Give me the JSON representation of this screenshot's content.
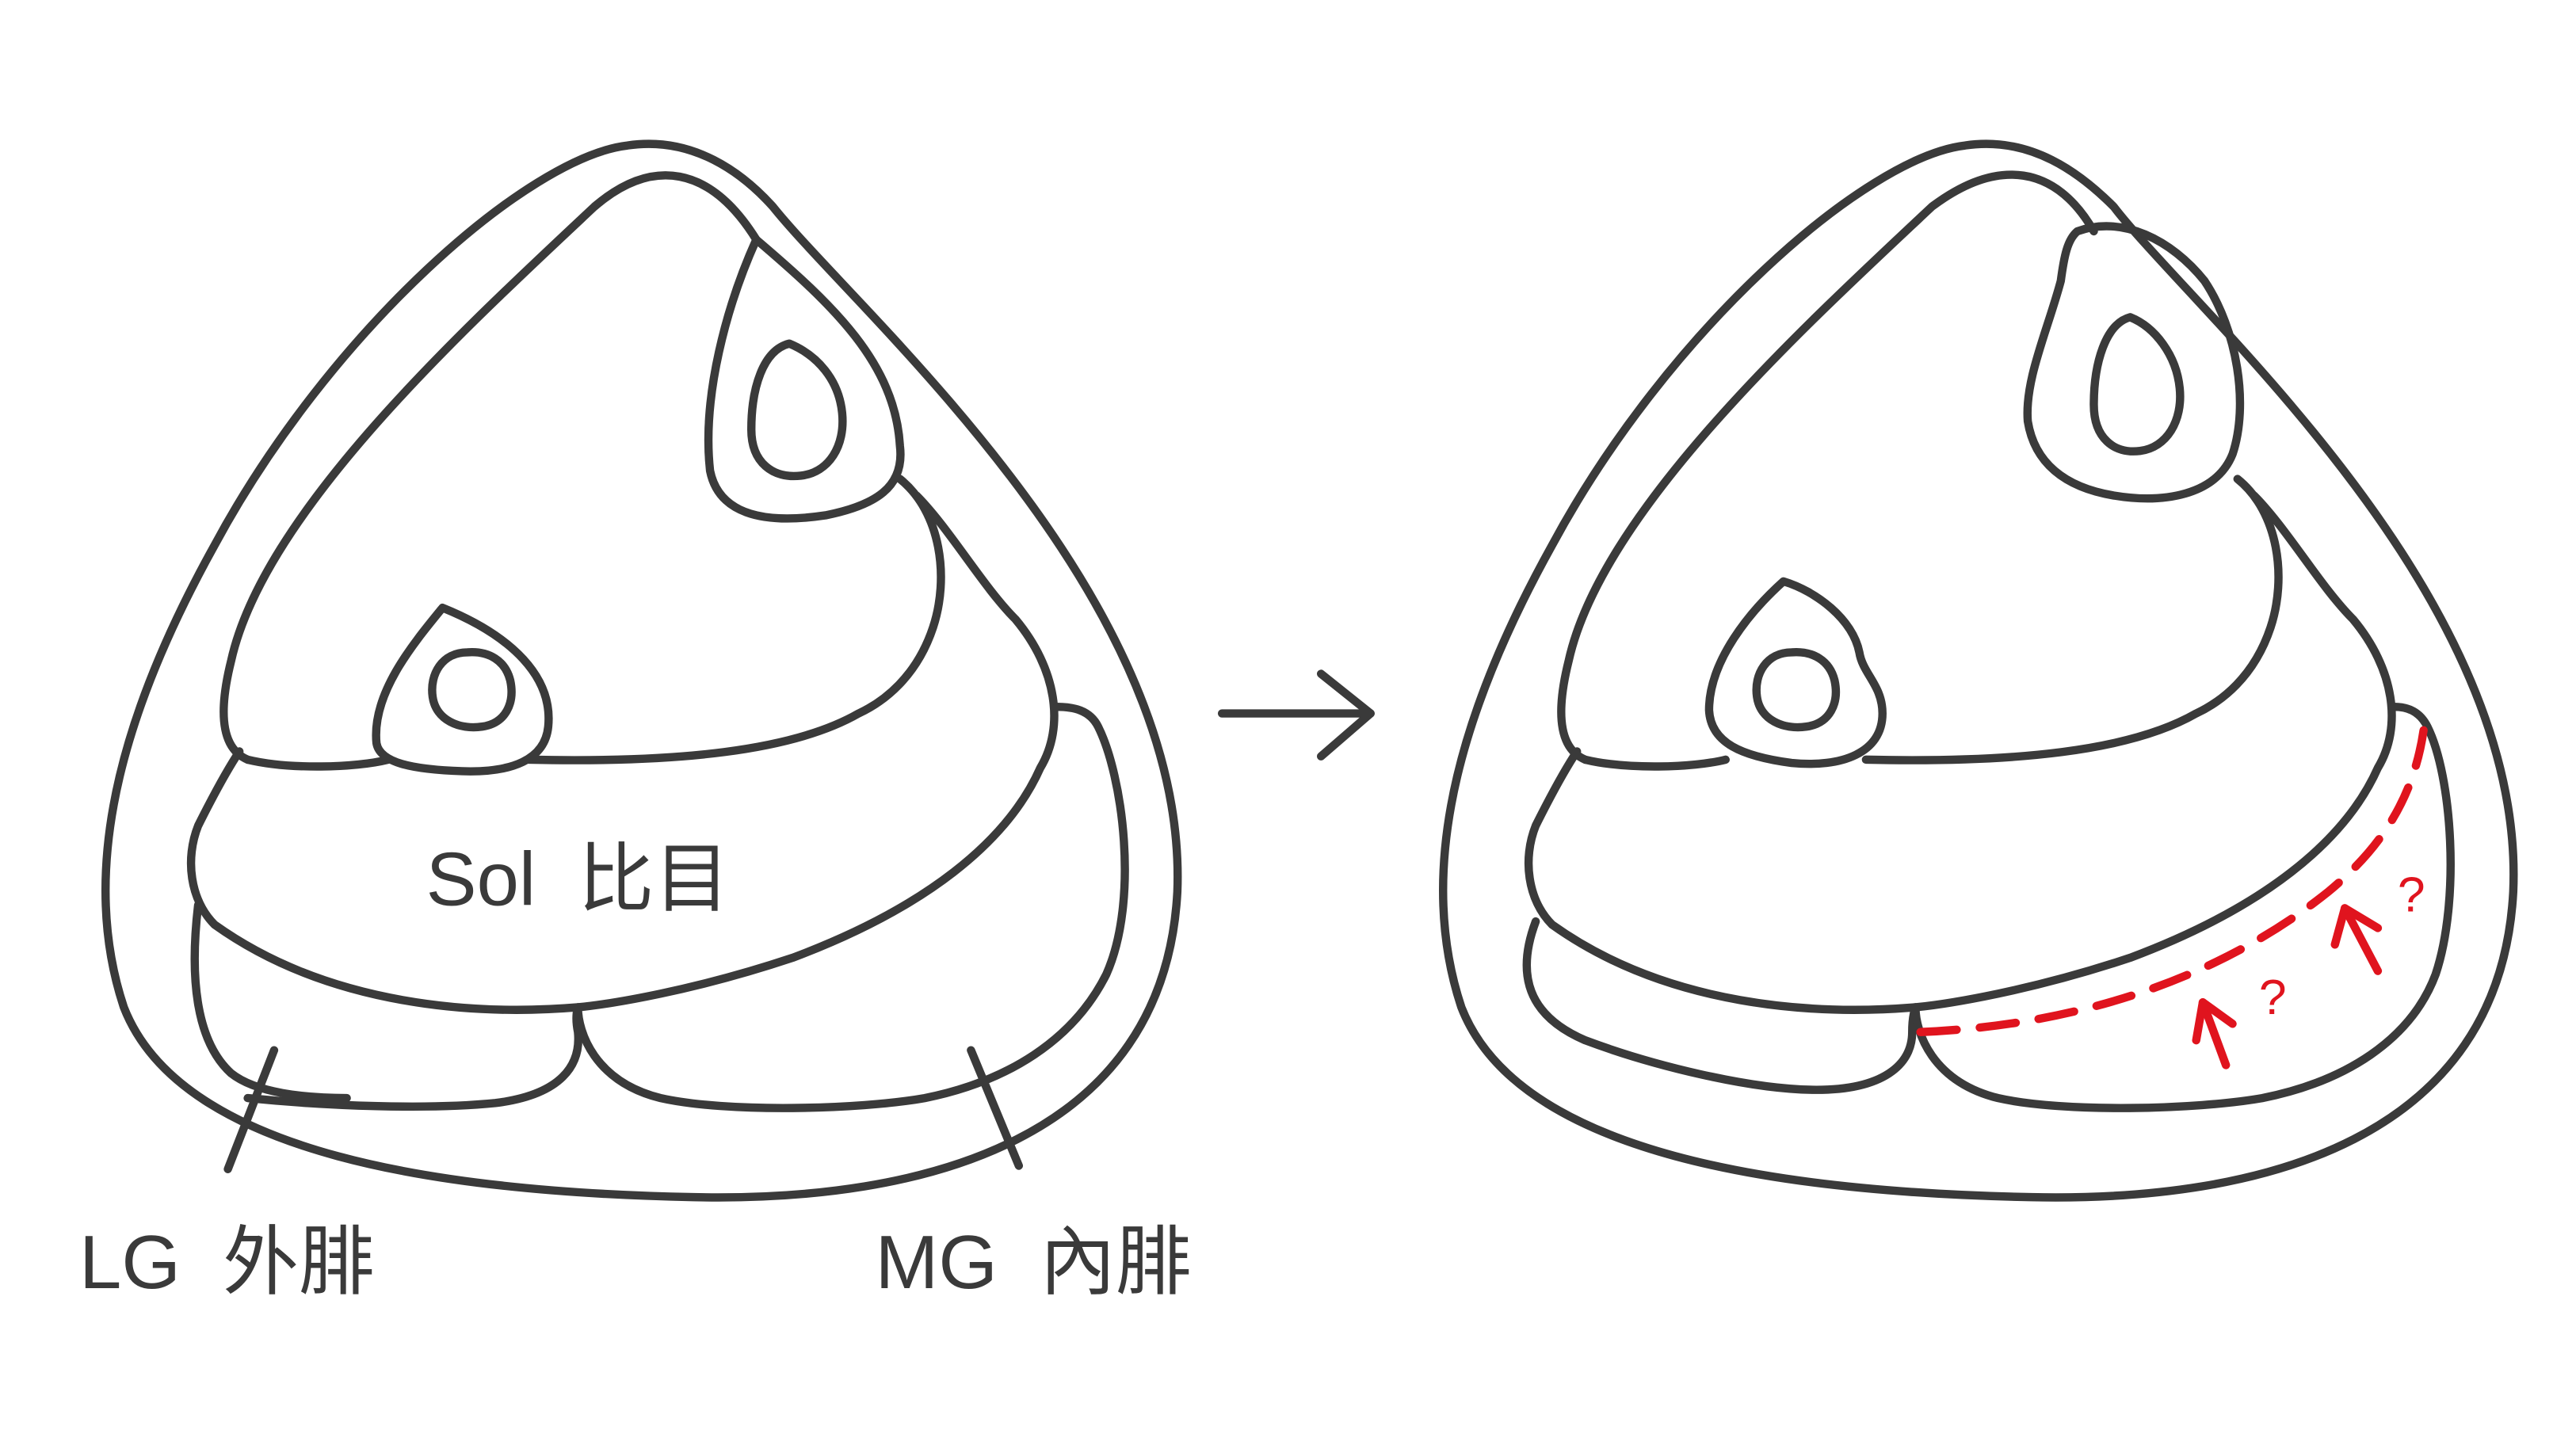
{
  "labels": {
    "sol": "Sol  比目",
    "lg": "LG  外腓",
    "mg": "MG  內腓"
  },
  "annotations": {
    "question_mark": "?"
  },
  "colors": {
    "outline": "#3a3a3a",
    "annotation": "#e0141e",
    "background": "#ffffff"
  },
  "icons": {
    "transition": "right-arrow-icon"
  }
}
